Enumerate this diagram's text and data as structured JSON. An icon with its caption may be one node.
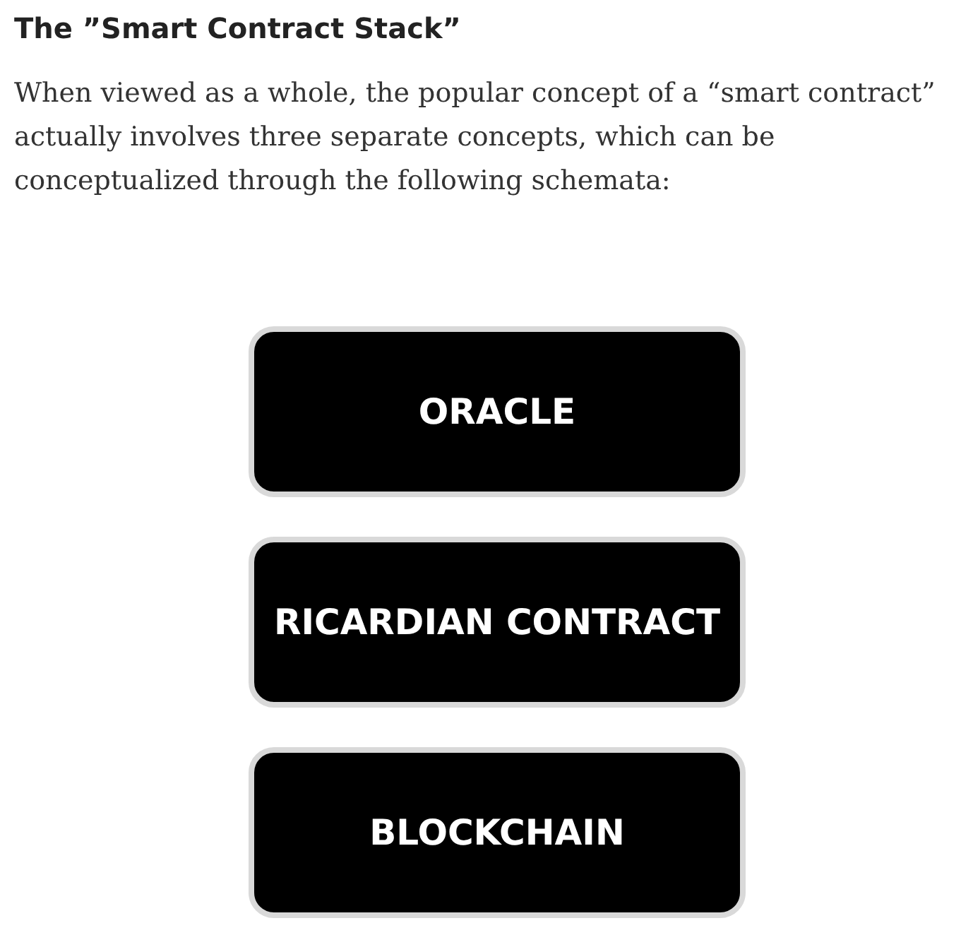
{
  "diagram": {
    "title": "The ”Smart Contract Stack”",
    "nodes": [
      {
        "text": [
          "ORACLE"
        ]
      },
      {
        "text": [
          "RICARDIAN CONTRACT"
        ]
      },
      {
        "text": [
          "BLOCKCHAIN"
        ]
      }
    ],
    "labels": [
      "When viewed as a whole, the popular concept of a “smart contract” actually involves three separate concepts, which can be conceptualized through the following schemata:"
    ]
  }
}
